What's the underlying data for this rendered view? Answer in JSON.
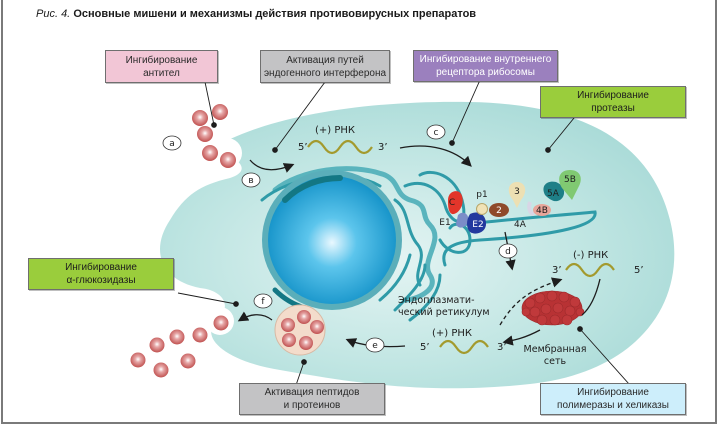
{
  "caption": {
    "prefix": "Рис. 4.",
    "title": "Основные мишени и механизмы действия противовирусных препаратов"
  },
  "colors": {
    "cell": "#b3dfdc",
    "nucleus": "#1aa0d4",
    "er": "#2f9ba8",
    "virion": "#c85a5a",
    "rna": "#a39a2e",
    "membrane_net": "#c0393b",
    "pink_box": "#f2c6d6",
    "gray_box": "#c3c3c5",
    "purple_box": "#9b80be",
    "green_box": "#9acd3c",
    "blue_box": "#cdeefb"
  },
  "targets": [
    {
      "id": "antibodies",
      "lines": [
        "Ингибирование",
        "антител"
      ]
    },
    {
      "id": "interferon",
      "lines": [
        "Активация путей",
        "эндогенного интерферона"
      ]
    },
    {
      "id": "ribosome",
      "lines": [
        "Ингибирование внутреннего",
        "рецептора рибосомы"
      ]
    },
    {
      "id": "protease",
      "lines": [
        "Ингибирование",
        "протеазы"
      ]
    },
    {
      "id": "glucosidase",
      "lines": [
        "Ингибирование",
        "α-глюкозидазы"
      ]
    },
    {
      "id": "peptides",
      "lines": [
        "Активация пептидов",
        "и протеинов"
      ]
    },
    {
      "id": "polymerase",
      "lines": [
        "Ингибирование",
        "полимеразы и хеликазы"
      ]
    }
  ],
  "steps": [
    "a",
    "в",
    "c",
    "d",
    "e",
    "f"
  ],
  "rna": {
    "plus_top": {
      "label": "(+) РНК",
      "left": "5’",
      "right": "3’"
    },
    "minus": {
      "label": "(-) РНК",
      "left": "3’",
      "right": "5’"
    },
    "plus_bottom": {
      "label": "(+) РНК",
      "left": "5’",
      "right": "3’"
    }
  },
  "proteins": [
    "C",
    "p1",
    "2",
    "3",
    "5A",
    "5B",
    "E1",
    "E2",
    "4B",
    "4A"
  ],
  "labels": {
    "er": [
      "Эндоплазмати-",
      "ческий ретикулум"
    ],
    "membrane_net": [
      "Мембранная",
      "сеть"
    ]
  }
}
